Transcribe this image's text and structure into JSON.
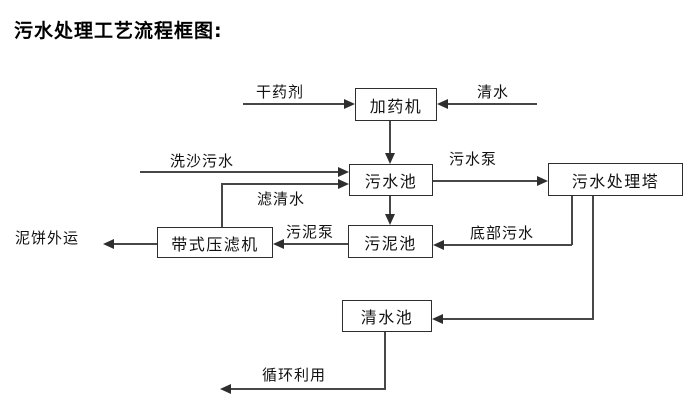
{
  "title": "污水处理工艺流程框图:",
  "nodes": {
    "dosing_machine": "加药机",
    "sewage_pool": "污水池",
    "treatment_tower": "污水处理塔",
    "belt_filter_press": "带式压滤机",
    "sludge_pool": "污泥池",
    "clean_water_pool": "清水池"
  },
  "edge_labels": {
    "dry_agent": "干药剂",
    "clean_water": "清水",
    "sand_washing_sewage": "洗沙污水",
    "filtered_water": "滤清水",
    "sewage_pump": "污水泵",
    "bottom_sewage": "底部污水",
    "sludge_pump": "污泥泵",
    "mud_cake_out": "泥饼外运",
    "recycle_use": "循环利用"
  },
  "colors": {
    "background": "#ffffff",
    "line": "#474747",
    "box_border": "#2e2e2e",
    "text": "#111111"
  }
}
